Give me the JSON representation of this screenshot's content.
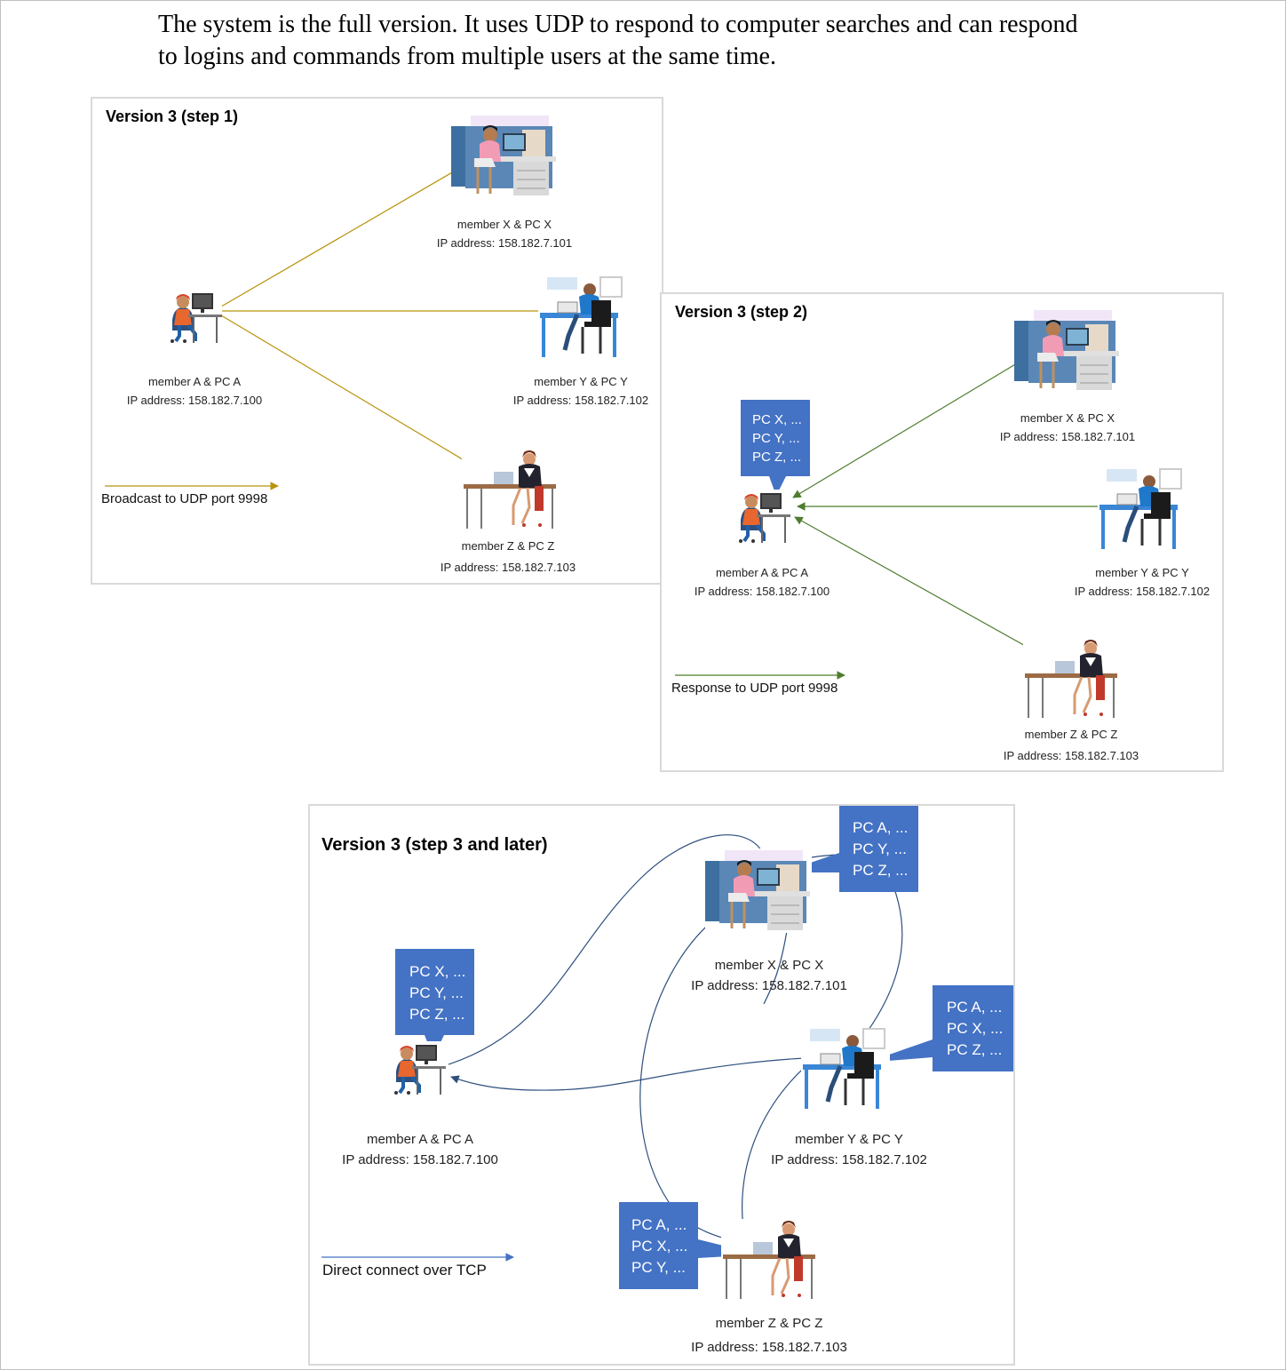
{
  "intro": {
    "line1": "The system is the full version. It uses UDP to respond to computer searches and can respond",
    "line2": "to logins and commands from multiple users at the same time."
  },
  "colors": {
    "broadcast_arrow": "#b8930c",
    "response_arrow": "#4e7d2f",
    "tcp_arrow": "#2e4f7e",
    "callout_fill": "#4472c4"
  },
  "panels": [
    {
      "title": "Version 3 (step 1)",
      "legend": "Broadcast to UDP port 9998",
      "members": {
        "a": {
          "name": "member A & PC A",
          "ip": "IP address: 158.182.7.100"
        },
        "x": {
          "name": "member X & PC X",
          "ip": "IP address: 158.182.7.101"
        },
        "y": {
          "name": "member Y & PC Y",
          "ip": "IP address: 158.182.7.102"
        },
        "z": {
          "name": "member Z & PC Z",
          "ip": "IP address: 158.182.7.103"
        }
      }
    },
    {
      "title": "Version 3 (step 2)",
      "legend": "Response to UDP port 9998",
      "members": {
        "a": {
          "name": "member A & PC A",
          "ip": "IP address: 158.182.7.100"
        },
        "x": {
          "name": "member X & PC X",
          "ip": "IP address: 158.182.7.101"
        },
        "y": {
          "name": "member Y & PC Y",
          "ip": "IP address: 158.182.7.102"
        },
        "z": {
          "name": "member Z & PC Z",
          "ip": "IP address: 158.182.7.103"
        }
      },
      "callout_a": [
        "PC X, ...",
        "PC Y, ...",
        "PC Z, ..."
      ]
    },
    {
      "title": "Version 3 (step 3 and later)",
      "legend": "Direct connect over TCP",
      "members": {
        "a": {
          "name": "member A & PC A",
          "ip": "IP address: 158.182.7.100"
        },
        "x": {
          "name": "member X & PC X",
          "ip": "IP address: 158.182.7.101"
        },
        "y": {
          "name": "member Y & PC Y",
          "ip": "IP address: 158.182.7.102"
        },
        "z": {
          "name": "member Z & PC Z",
          "ip": "IP address: 158.182.7.103"
        }
      },
      "callout_a": [
        "PC X, ...",
        "PC Y, ...",
        "PC Z, ..."
      ],
      "callout_x": [
        "PC A, ...",
        "PC Y, ...",
        "PC Z, ..."
      ],
      "callout_y": [
        "PC A, ...",
        "PC X, ...",
        "PC Z, ..."
      ],
      "callout_z": [
        "PC A, ...",
        "PC X, ...",
        "PC Y, ..."
      ]
    }
  ]
}
